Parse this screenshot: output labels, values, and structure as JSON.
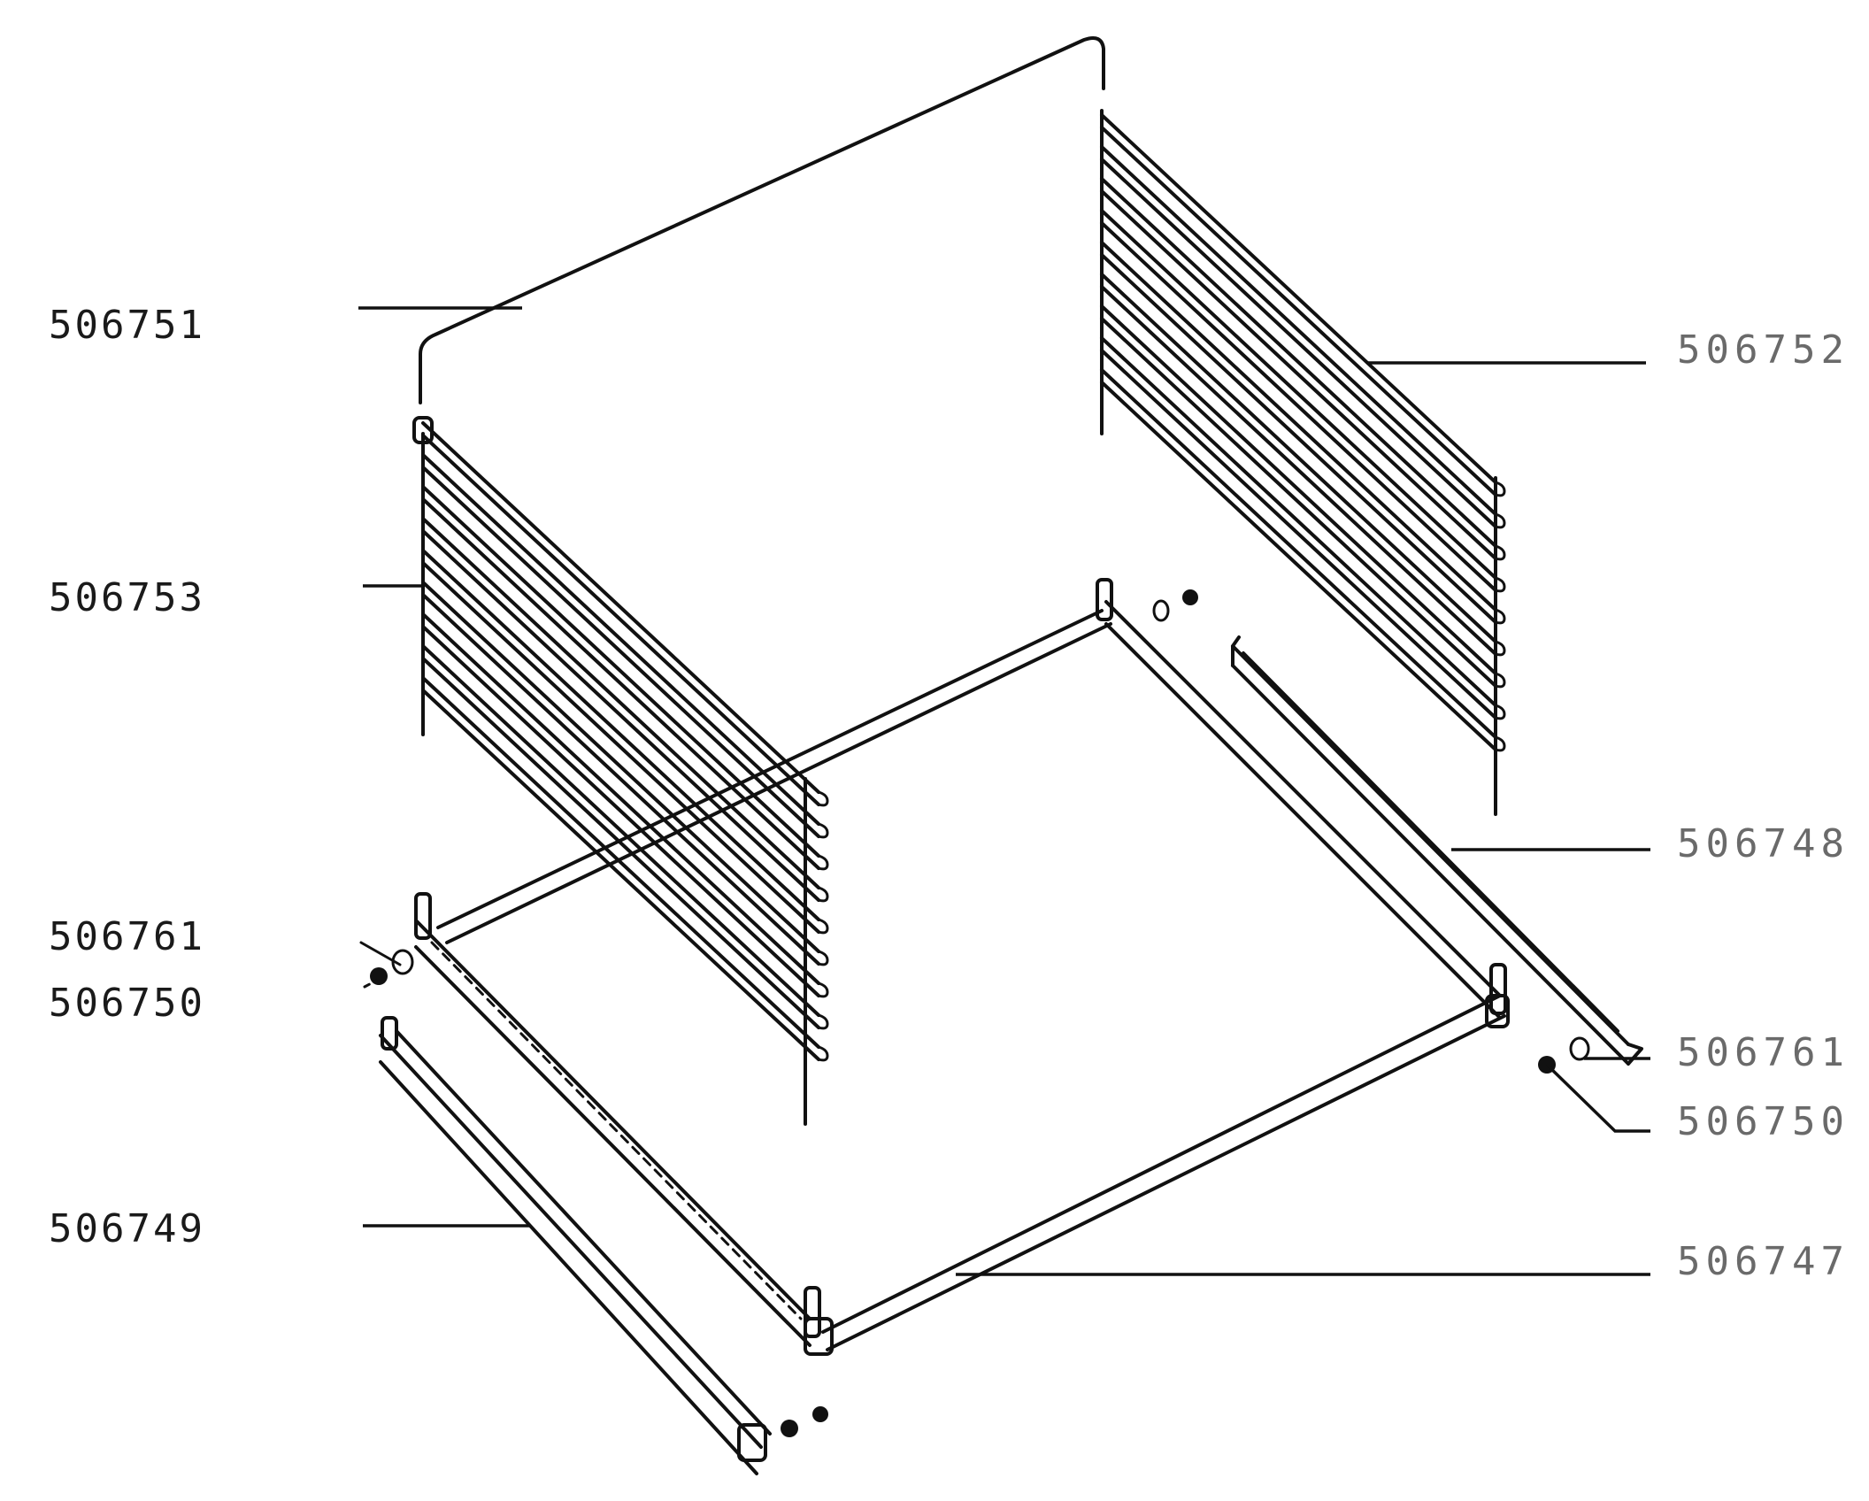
{
  "diagram": {
    "part_numbers": {
      "top_frame": "506751",
      "left_side_rack": "506753",
      "left_fastener_a": "506761",
      "left_fastener_b": "506750",
      "left_runner": "506749",
      "right_side_rack": "506752",
      "right_runner": "506748",
      "right_fastener_a": "506761",
      "right_fastener_b": "506750",
      "base_frame": "506747"
    }
  }
}
